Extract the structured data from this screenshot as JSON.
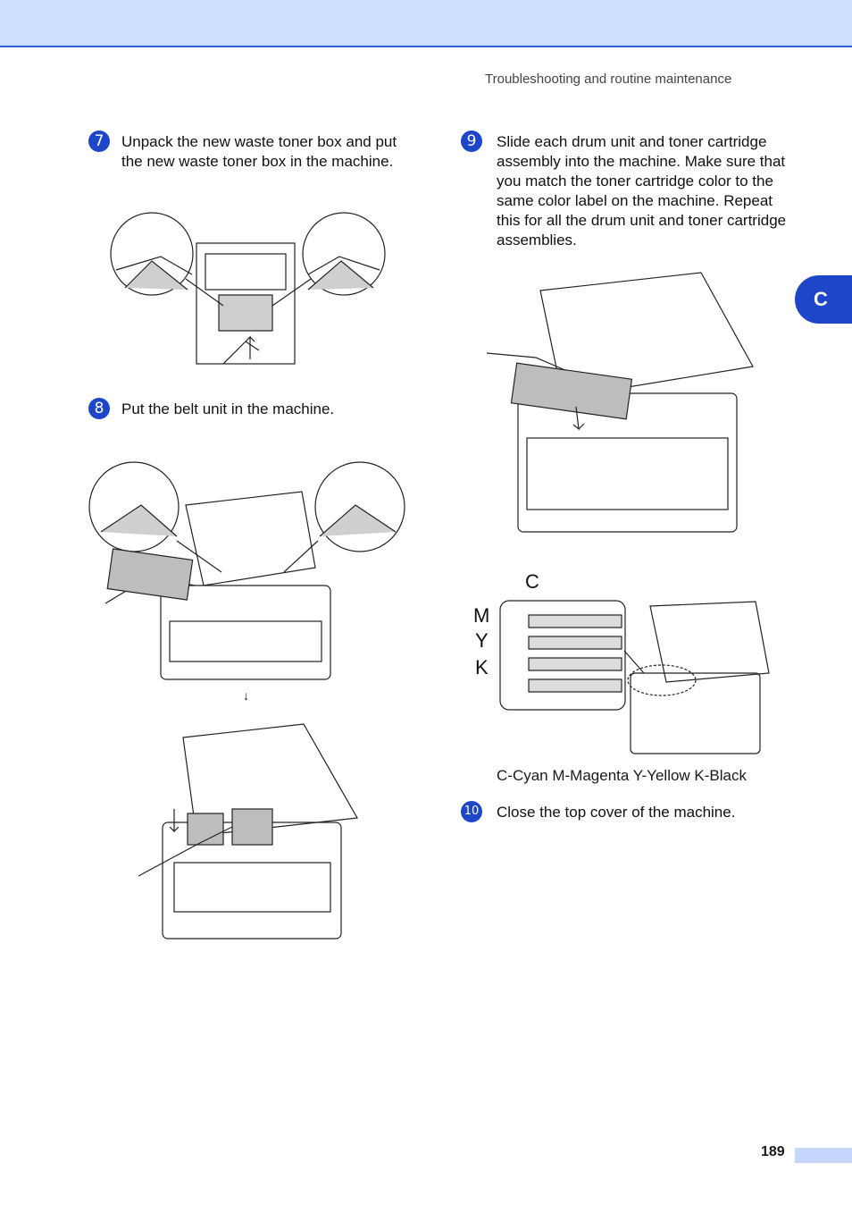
{
  "header": {
    "section_title": "Troubleshooting and routine maintenance"
  },
  "side_tab": {
    "label": "C"
  },
  "steps": [
    {
      "number": "7",
      "text": "Unpack the new waste toner box and put the new waste toner box in the machine."
    },
    {
      "number": "8",
      "text": "Put the belt unit in the machine."
    },
    {
      "number": "9",
      "text": "Slide each drum unit and toner cartridge assembly into the machine. Make sure that you match the toner cartridge color to the same color label on the machine. Repeat this for all the drum unit and toner cartridge assemblies."
    },
    {
      "number": "10",
      "text": "Close the top cover of the machine."
    }
  ],
  "color_labels": [
    "C",
    "M",
    "Y",
    "K"
  ],
  "color_caption": "C-Cyan M-Magenta Y-Yellow K-Black",
  "footer": {
    "page_number": "189"
  }
}
